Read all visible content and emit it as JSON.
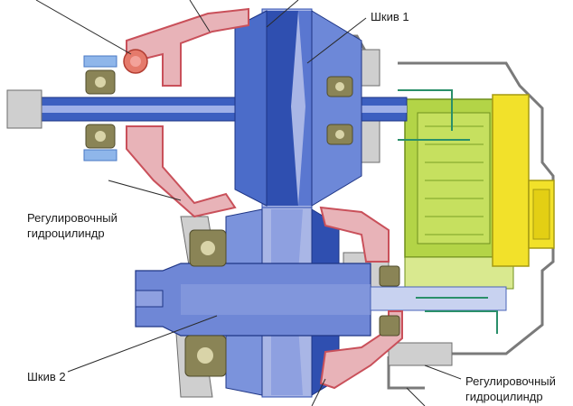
{
  "labels": {
    "pulley_1": "Шкив 1",
    "pulley_2": "Шкив 2",
    "cylinder_left_line1": "Регулировочный",
    "cylinder_left_line2": "гидроцилиндр",
    "cylinder_right_line1": "Регулировочный",
    "cylinder_right_line2": "гидроцилиндр"
  },
  "colors": {
    "pulley_blue": "#2f4fb0",
    "pulley_light": "#a9b6e6",
    "hydraulic_red": "#c9505a",
    "hydraulic_pink": "#e8b3b8",
    "housing_gray": "#8c8c8c",
    "bearing_olive": "#8a8456",
    "motor_green": "#b3d447",
    "connector_yellow": "#f2e12a",
    "seal_teal": "#2a8f6a"
  }
}
